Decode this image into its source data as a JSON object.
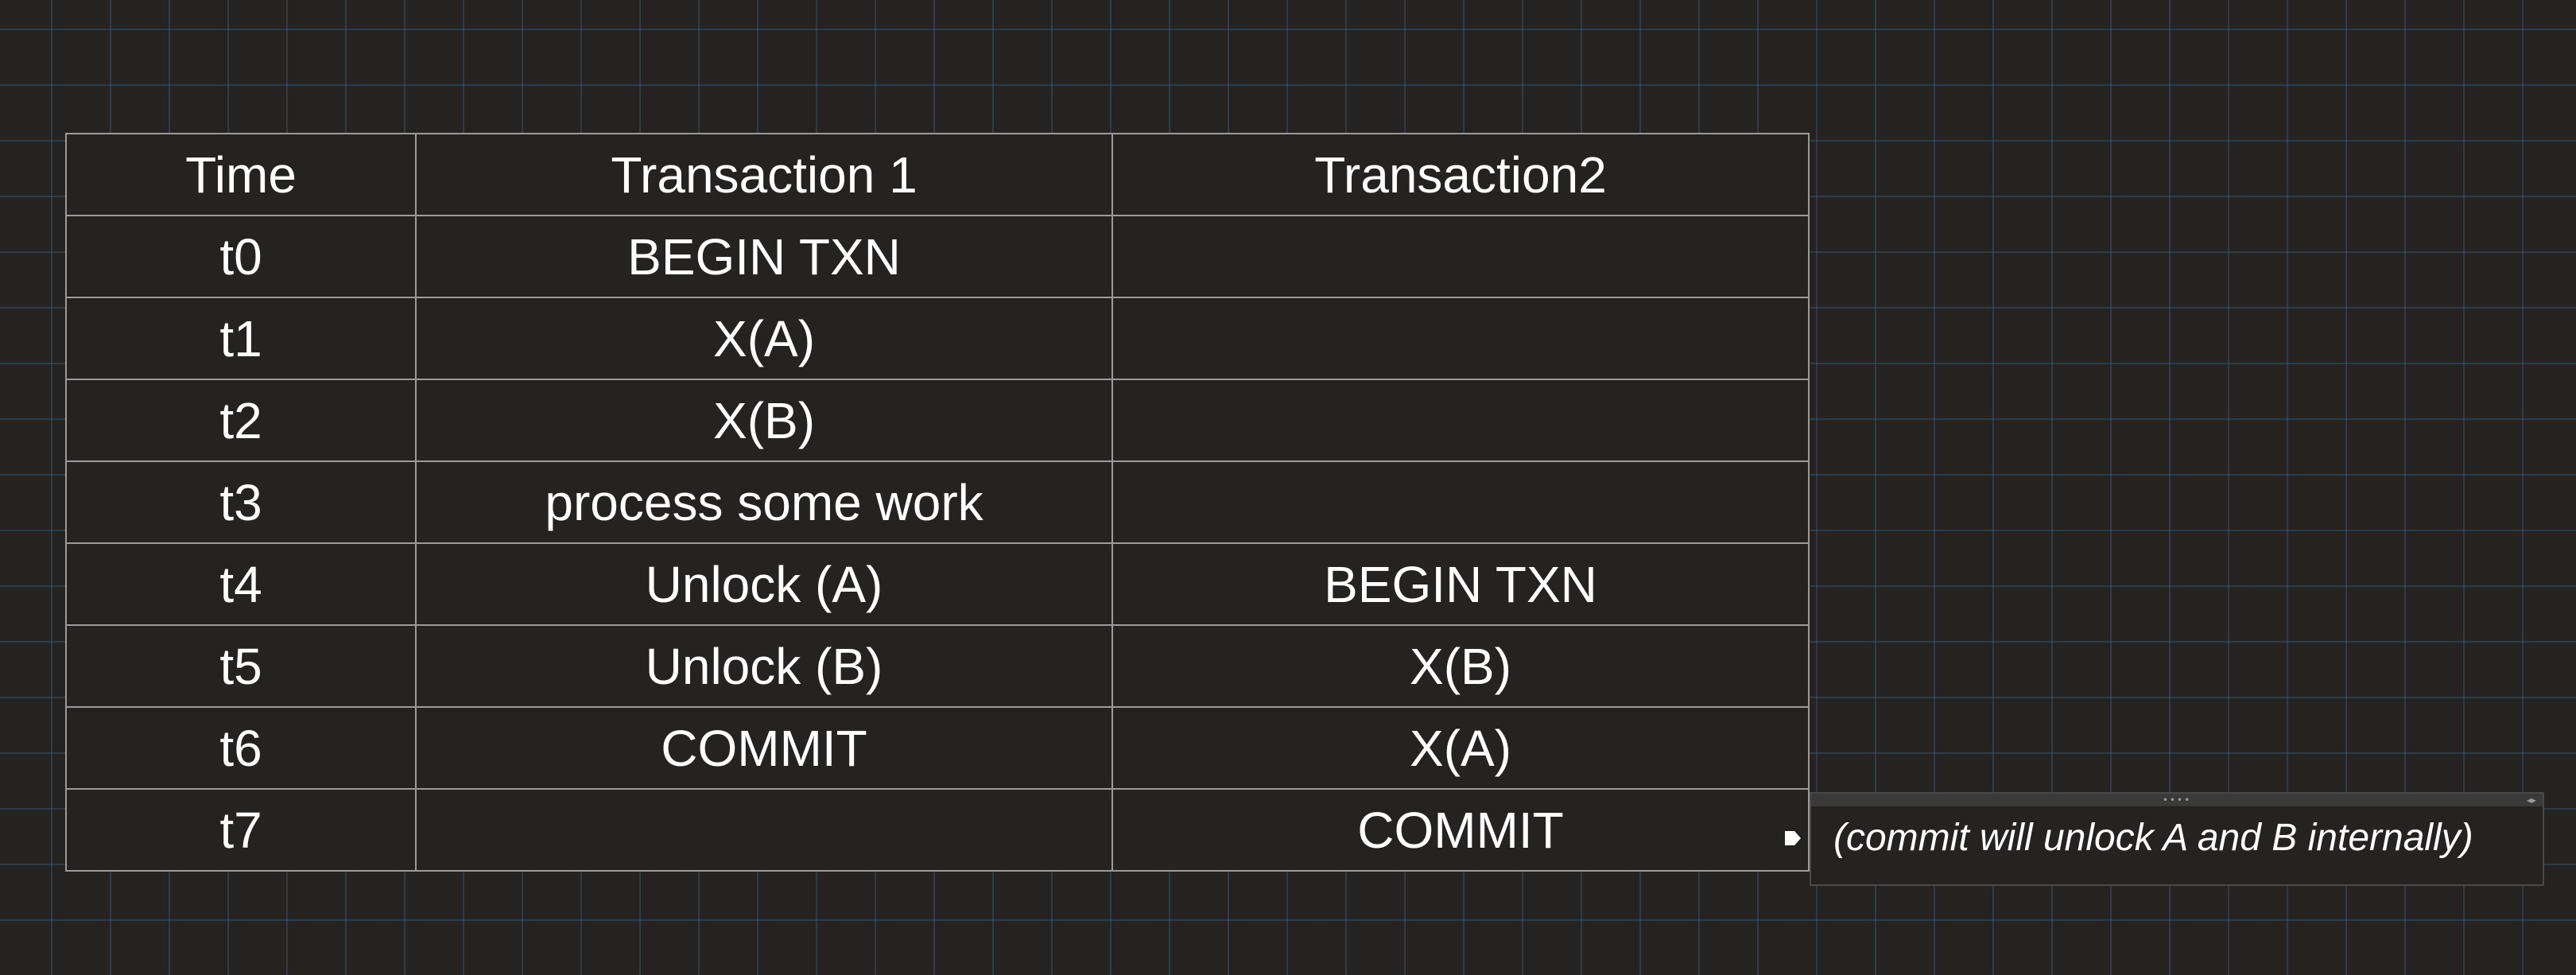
{
  "table": {
    "headers": [
      "Time",
      "Transaction 1",
      "Transaction2"
    ],
    "rows": [
      [
        "t0",
        "BEGIN TXN",
        ""
      ],
      [
        "t1",
        "X(A)",
        ""
      ],
      [
        "t2",
        "X(B)",
        ""
      ],
      [
        "t3",
        "process some work",
        ""
      ],
      [
        "t4",
        "Unlock (A)",
        "BEGIN TXN"
      ],
      [
        "t5",
        "Unlock (B)",
        "X(B)"
      ],
      [
        "t6",
        "COMMIT",
        "X(A)"
      ],
      [
        "t7",
        "",
        "COMMIT"
      ]
    ]
  },
  "note": {
    "text": "(commit will unlock A and B internally)"
  },
  "icons": {
    "pointer": "note-pointer-icon",
    "grip": "drag-handle-icon",
    "resize": "resize-icon"
  }
}
